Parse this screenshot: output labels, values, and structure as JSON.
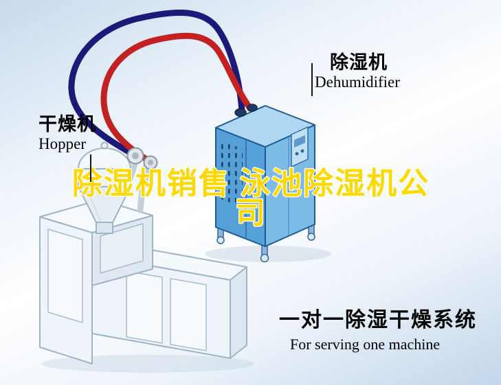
{
  "labels": {
    "hopper": {
      "zh": "干燥机",
      "en": "Hopper"
    },
    "dehumidifier": {
      "zh": "除湿机",
      "en": "Dehumidifier"
    },
    "system": {
      "zh": "一对一除湿干燥系统",
      "en": "For serving one machine"
    }
  },
  "watermark": {
    "line1": "除湿机销售 泳池除湿机公",
    "line2": "司",
    "color": "#ffd800",
    "outline": "#ffffff"
  },
  "diagram": {
    "pipes": [
      {
        "name": "outer-return-hose",
        "color": "#1b1a78"
      },
      {
        "name": "inner-dry-air-hose",
        "color": "#c32222"
      }
    ],
    "dehumidifier_unit": {
      "front_color": "#56a0d8",
      "side_color": "#7cbbe6",
      "top_color": "#b0d7f2"
    },
    "hopper_machine": {
      "body_color": "#eef4f9"
    }
  }
}
